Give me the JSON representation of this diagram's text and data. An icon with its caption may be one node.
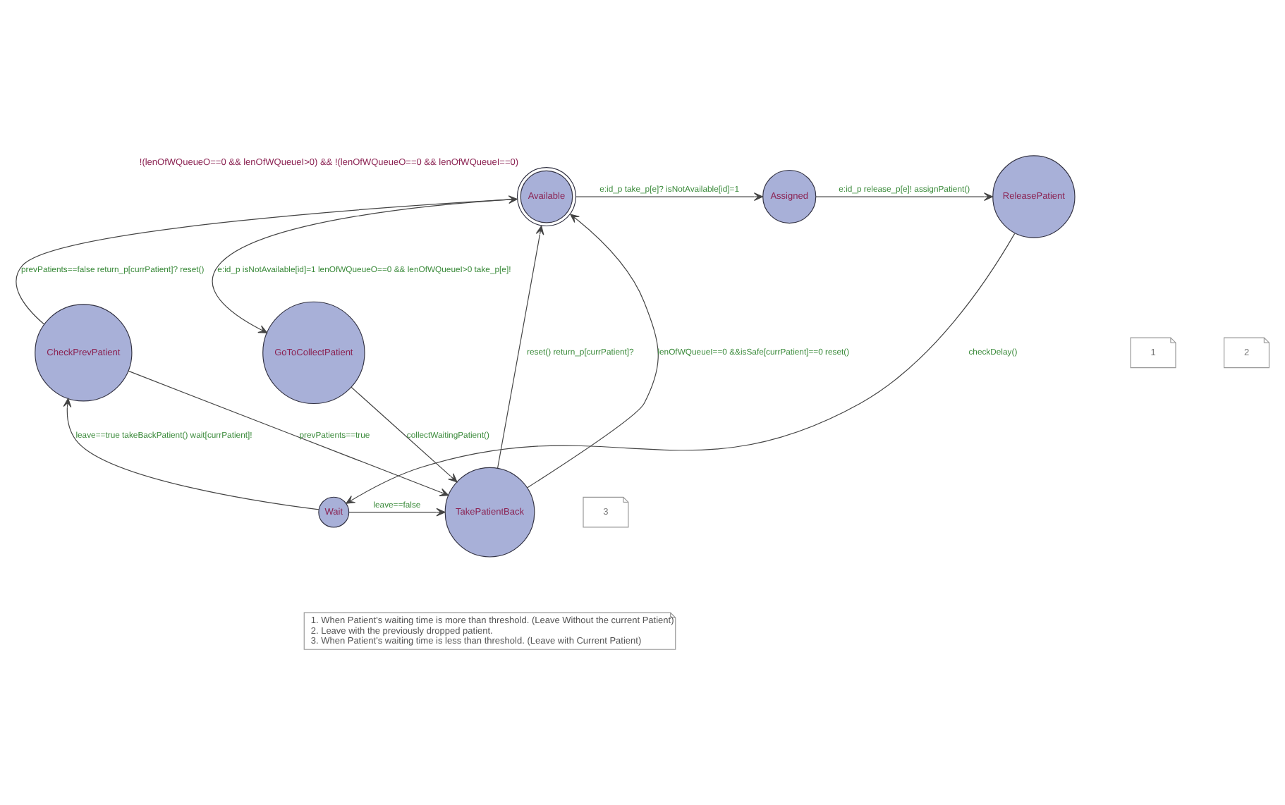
{
  "diagram": {
    "nodes": [
      {
        "text": [
          "Available"
        ],
        "beside": [
          "!(lenOfWQueueO==0 && lenOfWQueueI>0) && !(lenOfWQueueO==0 && lenOfWQueueI==0)"
        ]
      },
      {
        "text": [
          "Assigned"
        ]
      },
      {
        "text": [
          "ReleasePatient"
        ]
      },
      {
        "text": [
          "GoToCollectPatient"
        ]
      },
      {
        "text": [
          "CheckPrevPatient"
        ]
      },
      {
        "text": [
          "TakePatientBack"
        ]
      },
      {
        "text": [
          "Wait"
        ]
      },
      {
        "text": [
          "1. When Patient's waiting time is more than threshold. (Leave Without the current Patient)",
          "2. Leave with the previously dropped patient.",
          "3. When Patient's waiting time is less than threshold. (Leave with Current Patient)"
        ]
      }
    ],
    "edges": [
      {
        "from": 0,
        "to": 1,
        "arrow": "to",
        "label": "e:id_p take_p[e]? isNotAvailable[id]=1"
      },
      {
        "from": 1,
        "to": 2,
        "arrow": "to",
        "label": "e:id_p release_p[e]! assignPatient()"
      },
      {
        "from": 0,
        "to": 3,
        "arrow": "to",
        "label": "e:id_p isNotAvailable[id]=1 lenOfWQueueO==0 && lenOfWQueueI>0 take_p[e]!"
      },
      {
        "from": 4,
        "to": 0,
        "arrow": "to",
        "label": "prevPatients==false return_p[currPatient]? reset()"
      },
      {
        "from": 5,
        "to": 0,
        "arrow": "to",
        "label": "reset() return_p[currPatient]?"
      },
      {
        "from": 5,
        "to": 0,
        "arrow": "to",
        "label": "lenOfWQueueI==0 &&isSafe[currPatient]==0 reset()"
      },
      {
        "from": 2,
        "to": 6,
        "arrow": "to",
        "label": "checkDelay()"
      },
      {
        "from": 6,
        "to": 4,
        "arrow": "to",
        "label": "leave==true takeBackPatient() wait[currPatient]!"
      },
      {
        "from": 3,
        "to": 5,
        "arrow": "to",
        "label": "collectWaitingPatient()"
      },
      {
        "from": 4,
        "to": 5,
        "arrow": "to",
        "label": "prevPatients==true"
      },
      {
        "from": 6,
        "to": 5,
        "arrow": "to",
        "label": "leave==false"
      }
    ],
    "labels": [
      "1",
      "2",
      "3"
    ]
  }
}
